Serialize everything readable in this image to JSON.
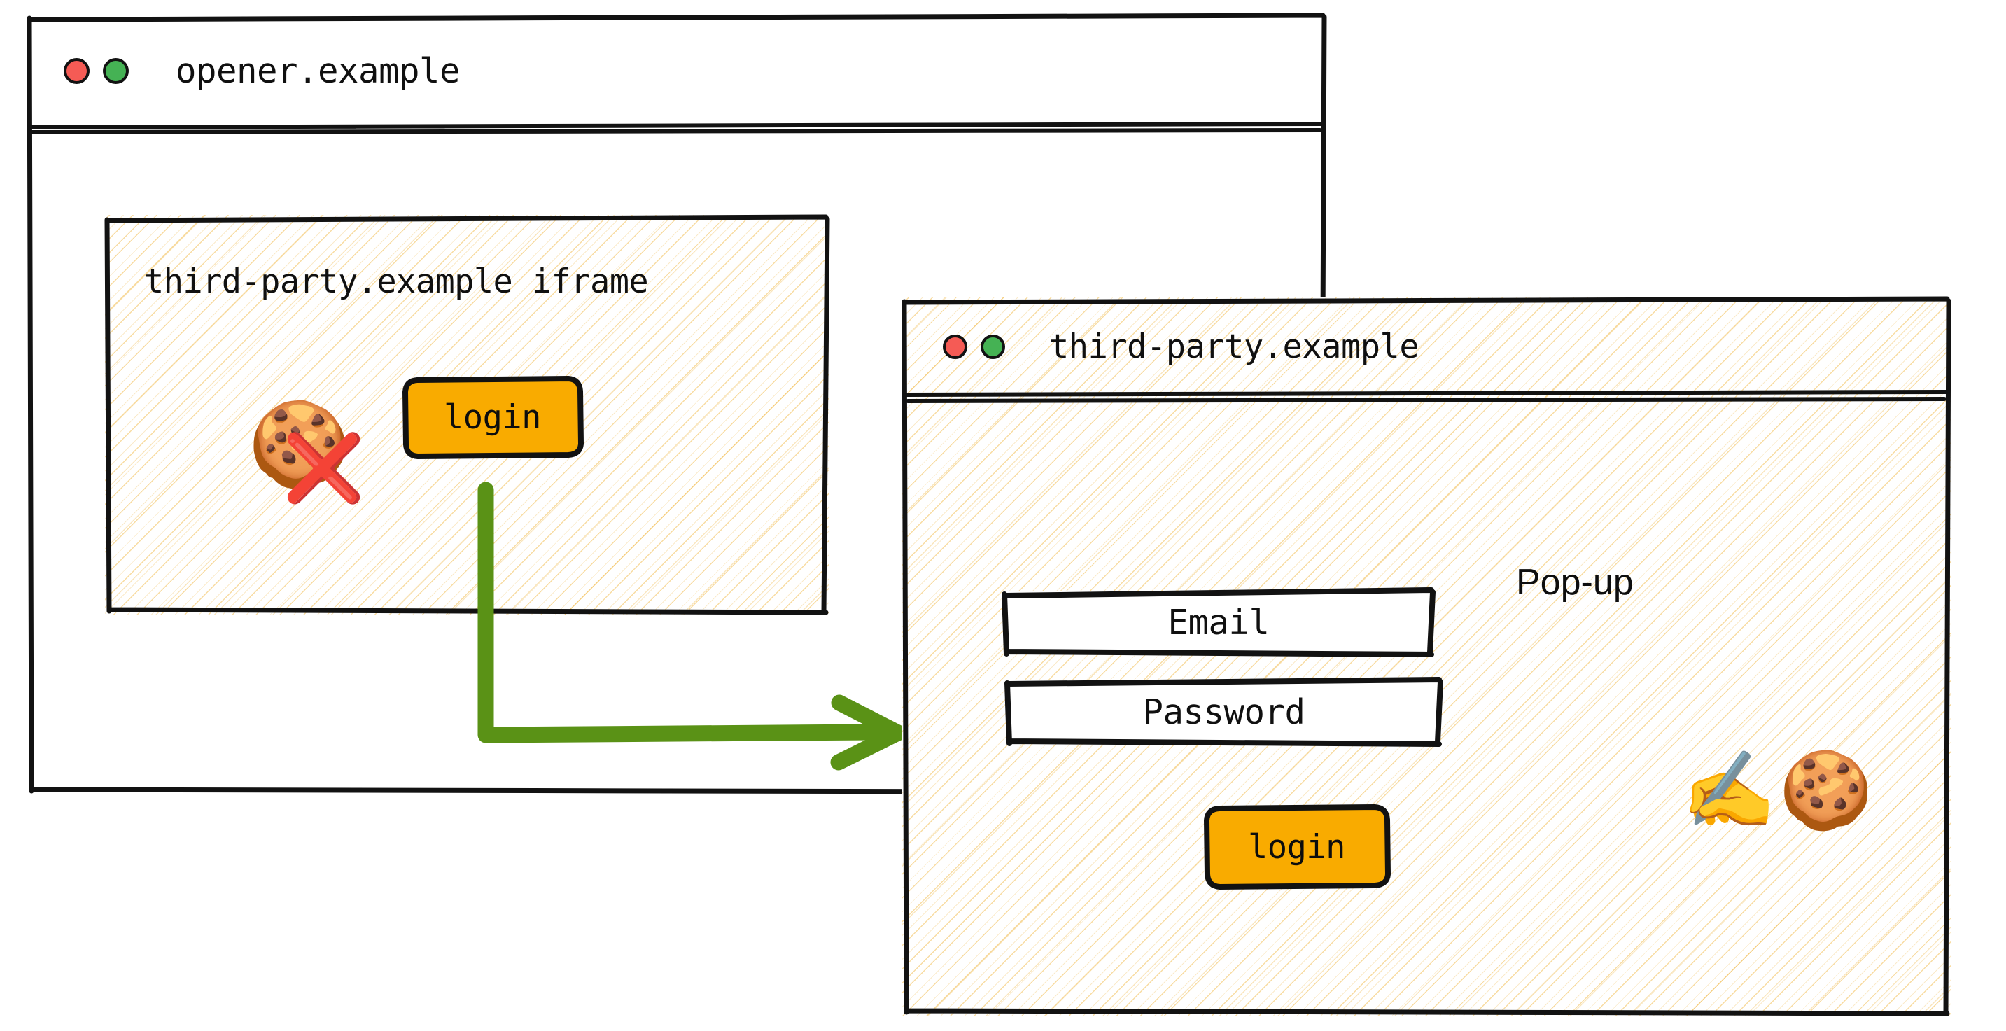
{
  "colors": {
    "accent_orange": "#f9ab00",
    "arrow_green": "#5a9216",
    "dot_red": "#f55b55",
    "dot_green": "#45b254",
    "hatch_tan": "#f3bf56",
    "ink": "#101010",
    "paper_white": "#ffffff"
  },
  "opener_window": {
    "name": "opener-window",
    "title": "opener.example",
    "controls": {
      "close_label": "close",
      "maximize_label": "maximize"
    },
    "iframe": {
      "title": "third-party.example iframe",
      "blocked_cookie": {
        "cookie_icon": "cookie-icon",
        "cross_icon": "cross-mark-icon",
        "cookie_glyph": "🍪",
        "cross_glyph": "❌"
      },
      "login_button": "login"
    }
  },
  "popup_window": {
    "name": "popup-window",
    "title": "third-party.example",
    "annotation": "Pop-up",
    "controls": {
      "close_label": "close",
      "maximize_label": "maximize"
    },
    "form": {
      "email_field": "Email",
      "password_field": "Password",
      "login_button": "login"
    },
    "signing_cookie": {
      "writing_hand_icon": "writing-hand-icon",
      "cookie_icon": "cookie-icon",
      "writing_hand_glyph": "✍️",
      "cookie_glyph": "🍪"
    }
  },
  "flow": {
    "arrow_name": "iframe-login-to-popup-arrow",
    "description": "login"
  }
}
